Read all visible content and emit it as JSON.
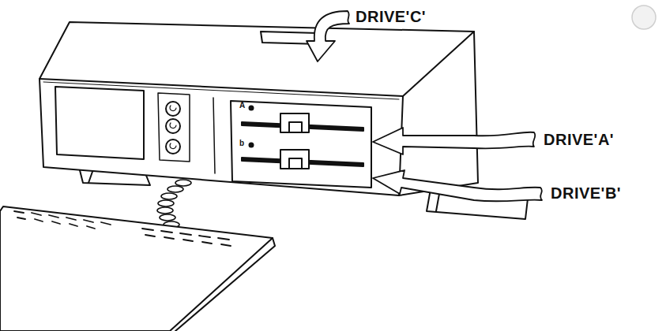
{
  "diagram": {
    "labels": [
      "DRIVE'C'",
      "DRIVE'A'",
      "DRIVE'B'",
      "A",
      "b"
    ]
  }
}
